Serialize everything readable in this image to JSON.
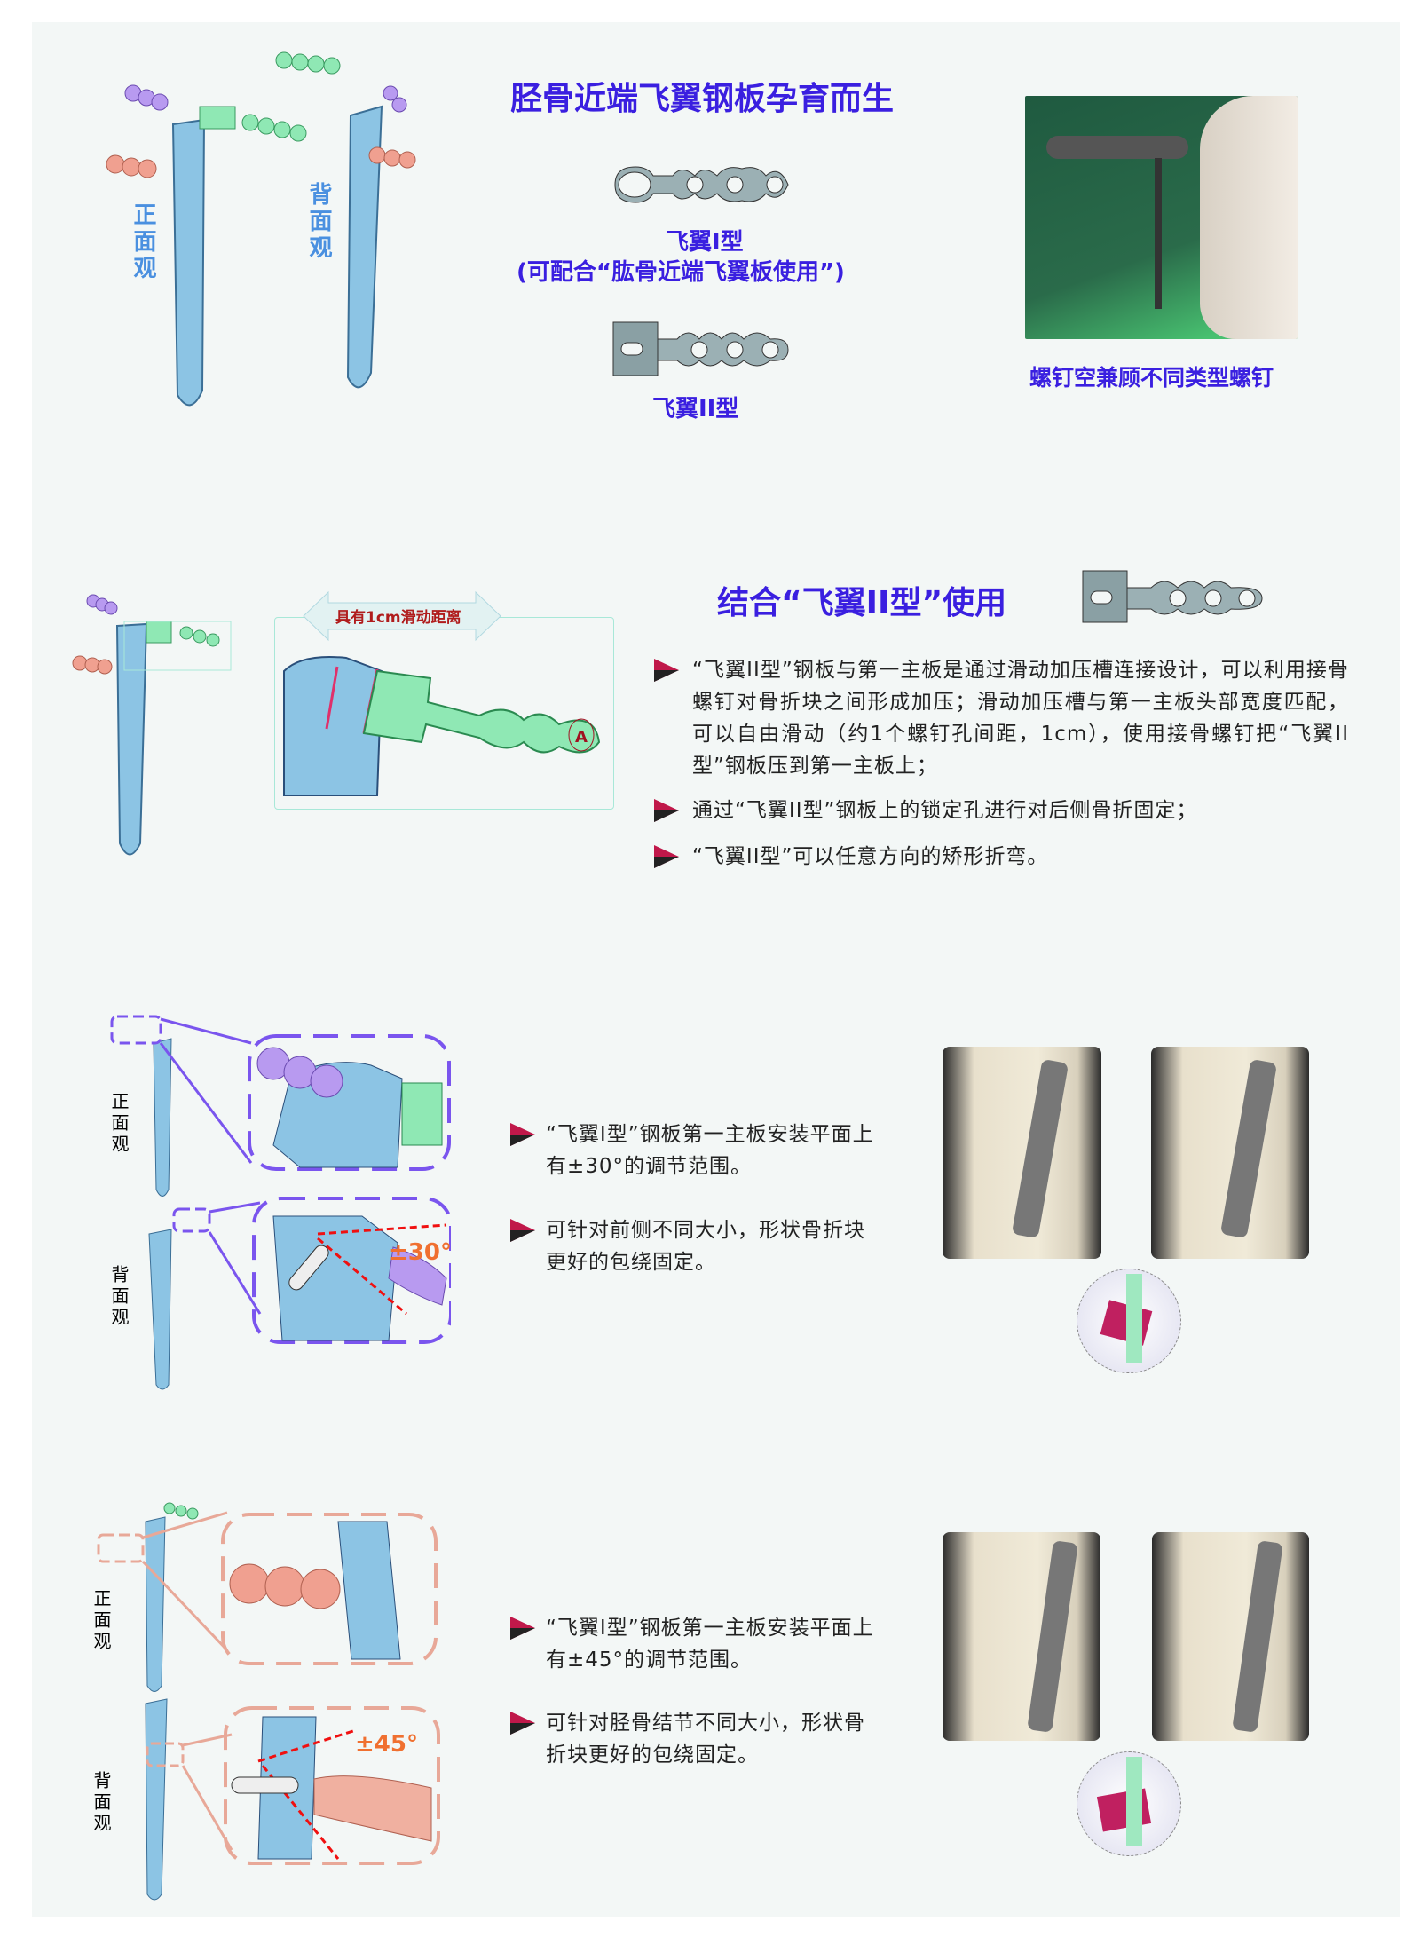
{
  "section1": {
    "title": "胫骨近端飞翼钢板孕育而生",
    "front_view": "正面观",
    "back_view": "背面观",
    "type1_label": "飞翼I型",
    "type1_note": "(可配合“肱骨近端飞翼板使用”)",
    "type2_label": "飞翼II型",
    "photo_caption": "螺钉空兼顾不同类型螺钉"
  },
  "section2": {
    "title": "结合“飞翼II型”使用",
    "slide_label": "具有1cm滑动距离",
    "marker": "A",
    "bullets": [
      "“飞翼II型”钢板与第一主板是通过滑动加压槽连接设计，可以利用接骨螺钉对骨折块之间形成加压；滑动加压槽与第一主板头部宽度匹配，可以自由滑动（约1个螺钉孔间距，1cm），使用接骨螺钉把“飞翼II型”钢板压到第一主板上；",
      "通过“飞翼II型”钢板上的锁定孔进行对后侧骨折固定；",
      "“飞翼II型”可以任意方向的矫形折弯。"
    ]
  },
  "section3": {
    "front_view": "正面观",
    "back_view": "背面观",
    "angle": "±30°",
    "bullets": [
      "“飞翼I型”钢板第一主板安装平面上有±30°的调节范围。",
      "可针对前侧不同大小，形状骨折块更好的包绕固定。"
    ]
  },
  "section4": {
    "front_view": "正面观",
    "back_view": "背面观",
    "angle": "±45°",
    "bullets": [
      "“飞翼I型”钢板第一主板安装平面上有±45°的调节范围。",
      "可针对胫骨结节不同大小，形状骨折块更好的包绕固定。"
    ]
  },
  "colors": {
    "title": "#3a1fe0",
    "plate_blue": "#8cc4e4",
    "plate_green": "#8fe8b4",
    "plate_purple": "#b89af0",
    "plate_pink": "#f0a090",
    "callout_purple": "#7a55ee",
    "callout_pink": "#e8a898"
  }
}
